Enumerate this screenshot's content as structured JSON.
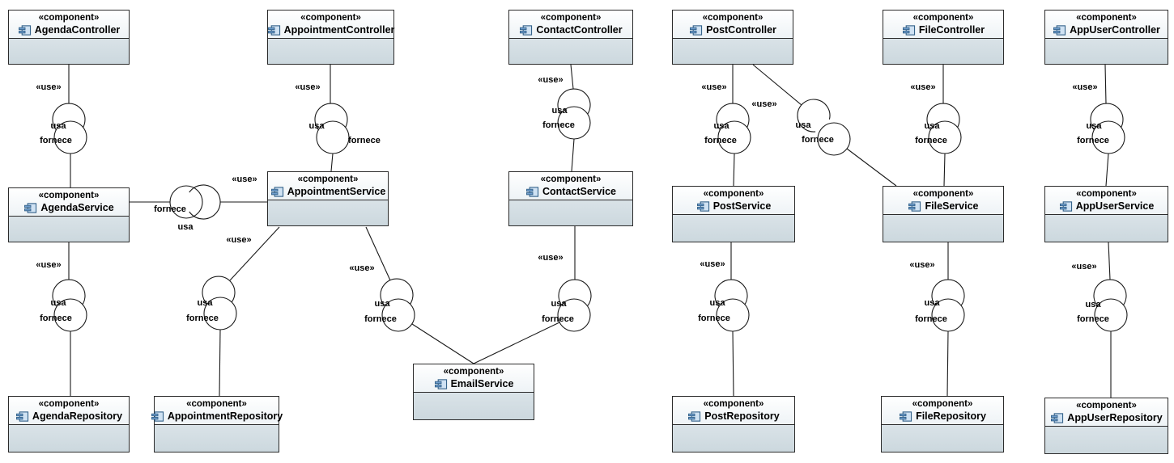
{
  "diagram": {
    "type": "uml-component-diagram",
    "stereotype": "«component»",
    "labels": {
      "use": "«use»",
      "usa": "usa",
      "fornece": "fornece"
    },
    "components": {
      "agendaController": {
        "name": "AgendaController"
      },
      "appointmentController": {
        "name": "AppointmentController"
      },
      "contactController": {
        "name": "ContactController"
      },
      "postController": {
        "name": "PostController"
      },
      "fileController": {
        "name": "FileController"
      },
      "appUserController": {
        "name": "AppUserController"
      },
      "agendaService": {
        "name": "AgendaService"
      },
      "appointmentService": {
        "name": "AppointmentService"
      },
      "contactService": {
        "name": "ContactService"
      },
      "postService": {
        "name": "PostService"
      },
      "fileService": {
        "name": "FileService"
      },
      "appUserService": {
        "name": "AppUserService"
      },
      "emailService": {
        "name": "EmailService"
      },
      "agendaRepository": {
        "name": "AgendaRepository"
      },
      "appointmentRepository": {
        "name": "AppointmentRepository"
      },
      "postRepository": {
        "name": "PostRepository"
      },
      "fileRepository": {
        "name": "FileRepository"
      },
      "appUserRepository": {
        "name": "AppUserRepository"
      }
    },
    "connections": [
      {
        "from": "AgendaController",
        "to": "AgendaService",
        "stereotype": "«use»",
        "required_label": "usa",
        "provided_label": "fornece"
      },
      {
        "from": "AgendaService",
        "to": "AgendaRepository",
        "stereotype": "«use»",
        "required_label": "usa",
        "provided_label": "fornece"
      },
      {
        "from": "AppointmentController",
        "to": "AppointmentService",
        "stereotype": "«use»",
        "required_label": "usa",
        "provided_label": "fornece"
      },
      {
        "from": "AppointmentService",
        "to": "AgendaService",
        "stereotype": "«use»",
        "required_label": "usa",
        "provided_label": "fornece"
      },
      {
        "from": "AppointmentService",
        "to": "AppointmentRepository",
        "stereotype": "«use»",
        "required_label": "usa",
        "provided_label": "fornece"
      },
      {
        "from": "AppointmentService",
        "to": "EmailService",
        "stereotype": "«use»",
        "required_label": "usa",
        "provided_label": "fornece"
      },
      {
        "from": "ContactController",
        "to": "ContactService",
        "stereotype": "«use»",
        "required_label": "usa",
        "provided_label": "fornece"
      },
      {
        "from": "ContactService",
        "to": "EmailService",
        "stereotype": "«use»",
        "required_label": "usa",
        "provided_label": "fornece"
      },
      {
        "from": "PostController",
        "to": "PostService",
        "stereotype": "«use»",
        "required_label": "usa",
        "provided_label": "fornece"
      },
      {
        "from": "PostController",
        "to": "FileService",
        "stereotype": "«use»",
        "required_label": "usa",
        "provided_label": "fornece"
      },
      {
        "from": "PostService",
        "to": "PostRepository",
        "stereotype": "«use»",
        "required_label": "usa",
        "provided_label": "fornece"
      },
      {
        "from": "FileController",
        "to": "FileService",
        "stereotype": "«use»",
        "required_label": "usa",
        "provided_label": "fornece"
      },
      {
        "from": "FileService",
        "to": "FileRepository",
        "stereotype": "«use»",
        "required_label": "usa",
        "provided_label": "fornece"
      },
      {
        "from": "AppUserController",
        "to": "AppUserService",
        "stereotype": "«use»",
        "required_label": "usa",
        "provided_label": "fornece"
      },
      {
        "from": "AppUserService",
        "to": "AppUserRepository",
        "stereotype": "«use»",
        "required_label": "usa",
        "provided_label": "fornece"
      }
    ]
  },
  "colors": {
    "line": "#1a1a1a",
    "box_border": "#2b2b2b",
    "header_top": "#ffffff",
    "header_bottom": "#eef3f6",
    "body_top": "#e8eef2",
    "body_bottom": "#ccd8de",
    "icon_blue": "#36648b",
    "icon_fill": "#cfe2f3",
    "icon_bar": "#6f9dcd"
  }
}
